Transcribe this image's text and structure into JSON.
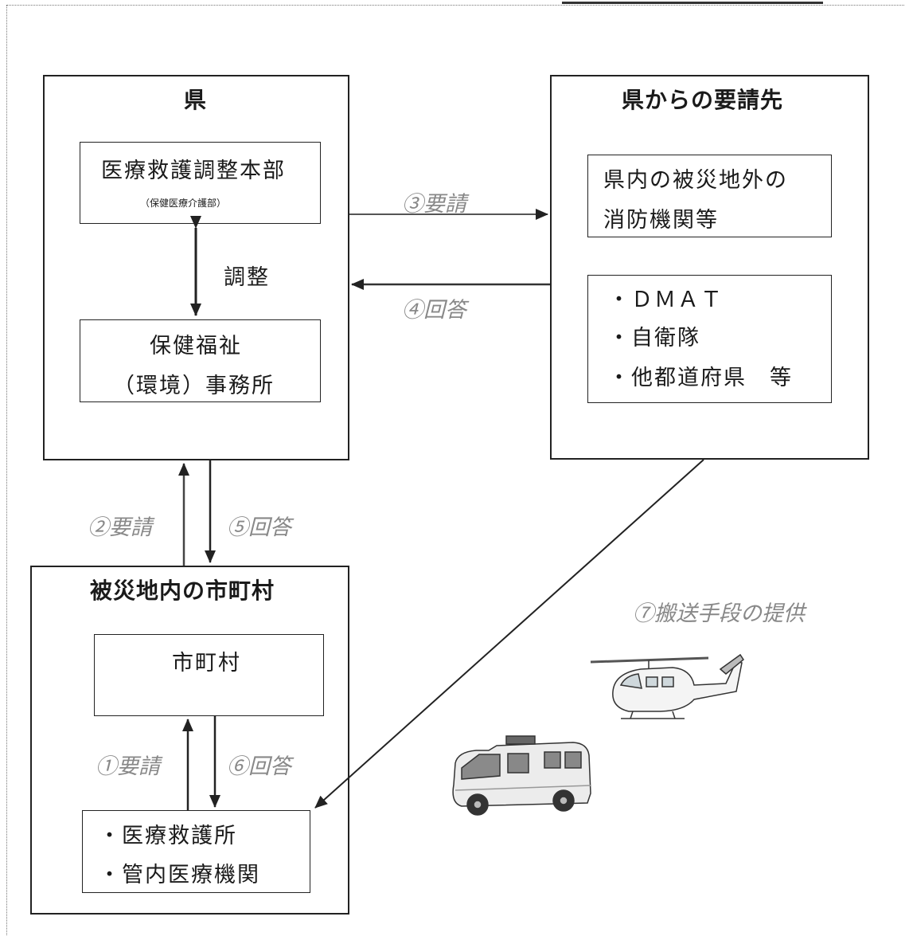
{
  "prefecture": {
    "title": "県",
    "hq": {
      "name": "医療救護調整本部",
      "sub": "（保健医療介護部）"
    },
    "coordination": "調整",
    "office": {
      "line1": "保健福祉",
      "line2": "（環境）事務所"
    }
  },
  "destination": {
    "title": "県からの要請先",
    "fire": {
      "line1": "県内の被災地外の",
      "line2": "消防機関等"
    },
    "others": [
      "・ＤＭＡＴ",
      "・自衛隊",
      "・他都道府県　等"
    ]
  },
  "municipality_area": {
    "title": "被災地内の市町村",
    "municipality": "市町村",
    "facilities": [
      "・医療救護所",
      "・管内医療機関"
    ]
  },
  "flows": {
    "step1": "①要請",
    "step2": "②要請",
    "step3": "③要請",
    "step4": "④回答",
    "step5": "⑤回答",
    "step6": "⑥回答",
    "step7": "⑦搬送手段の提供"
  },
  "icons": [
    "helicopter-icon",
    "ambulance-icon"
  ]
}
